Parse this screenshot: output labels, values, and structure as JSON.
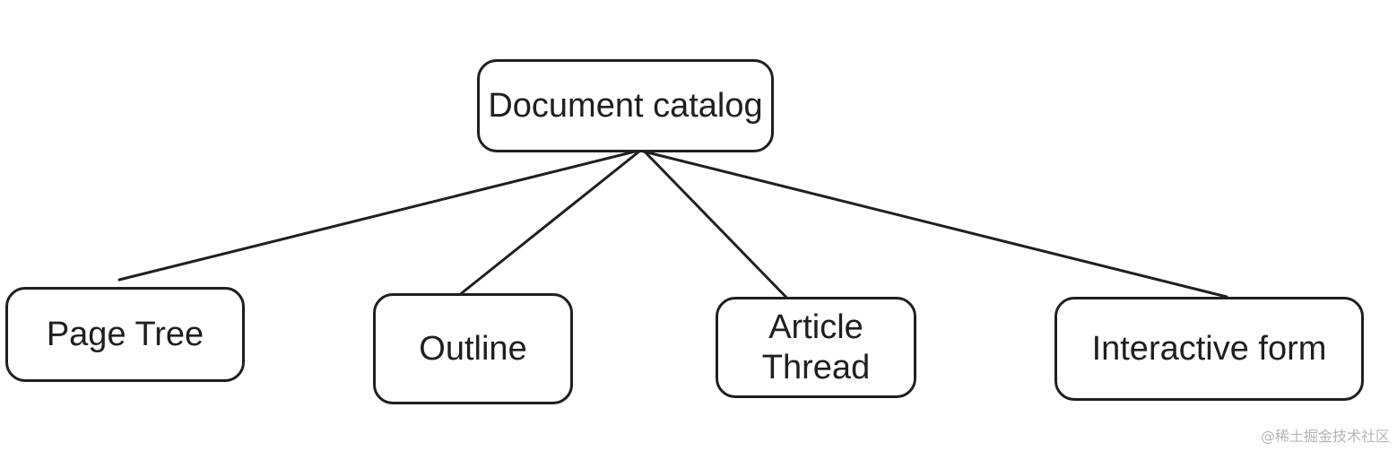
{
  "diagram": {
    "root": {
      "label": "Document catalog"
    },
    "children": [
      {
        "id": "page-tree",
        "label": "Page Tree"
      },
      {
        "id": "outline",
        "label": "Outline"
      },
      {
        "id": "article-thread",
        "label": "Article\nThread"
      },
      {
        "id": "interactive-form",
        "label": "Interactive form"
      }
    ],
    "edges": [
      {
        "from": "Document catalog",
        "to": "Page Tree"
      },
      {
        "from": "Document catalog",
        "to": "Outline"
      },
      {
        "from": "Document catalog",
        "to": "Article\nThread"
      },
      {
        "from": "Document catalog",
        "to": "Interactive form"
      }
    ],
    "stroke_color": "#1f1f1f",
    "background_color": "#ffffff"
  },
  "watermark": "@稀土掘金技术社区"
}
